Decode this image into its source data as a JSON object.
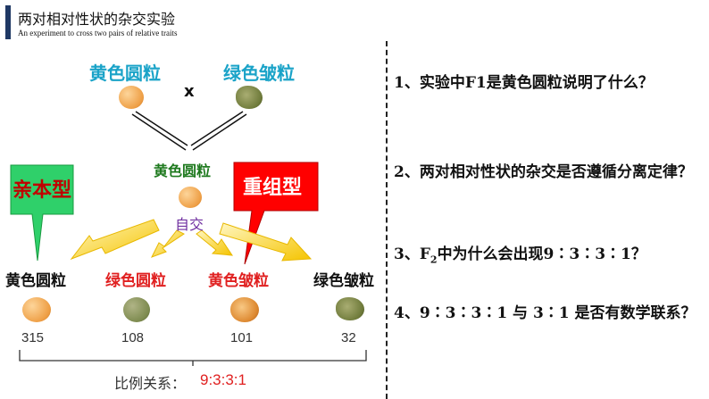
{
  "header": {
    "title": "两对相对性状的杂交实验",
    "subtitle": "An experiment to cross two pairs of relative traits"
  },
  "parents": {
    "left_label": "黄色圆粒",
    "cross_symbol": "x",
    "right_label": "绿色皱粒"
  },
  "f1": {
    "label": "黄色圆粒",
    "selfing_label": "自交"
  },
  "callouts": {
    "parental_type": "亲本型",
    "recombinant_type": "重组型"
  },
  "f2": {
    "phenotypes": [
      {
        "label": "黄色圆粒",
        "count": "315"
      },
      {
        "label": "绿色圆粒",
        "count": "108"
      },
      {
        "label": "黄色皱粒",
        "count": "101"
      },
      {
        "label": "绿色皱粒",
        "count": "32"
      }
    ],
    "ratio_label": "比例关系：",
    "ratio_value": "9:3:3:1"
  },
  "questions": [
    {
      "text": "1、实验中F1是黄色圆粒说明了什么？"
    },
    {
      "prefix": "2、两对相对性状的杂交是否遵循分离定律？"
    },
    {
      "prefix": "3、F",
      "sub": "2",
      "suffix": "中为什么会出现9∶3∶3∶1？"
    },
    {
      "text": "4、9∶3∶3∶1 与 3∶1 是否有数学联系？"
    }
  ],
  "colors": {
    "title_bar": "#1f3864",
    "parent_label": "#1aa3c8",
    "f1_label": "#1f7a1f",
    "parental_callout": "#2fd06a",
    "recombinant_callout": "#ff0000",
    "ratio_value": "#e02020",
    "selfing": "#7030a0",
    "yellow_pea": "#f0a850",
    "green_pea": "#7c8a4e"
  }
}
